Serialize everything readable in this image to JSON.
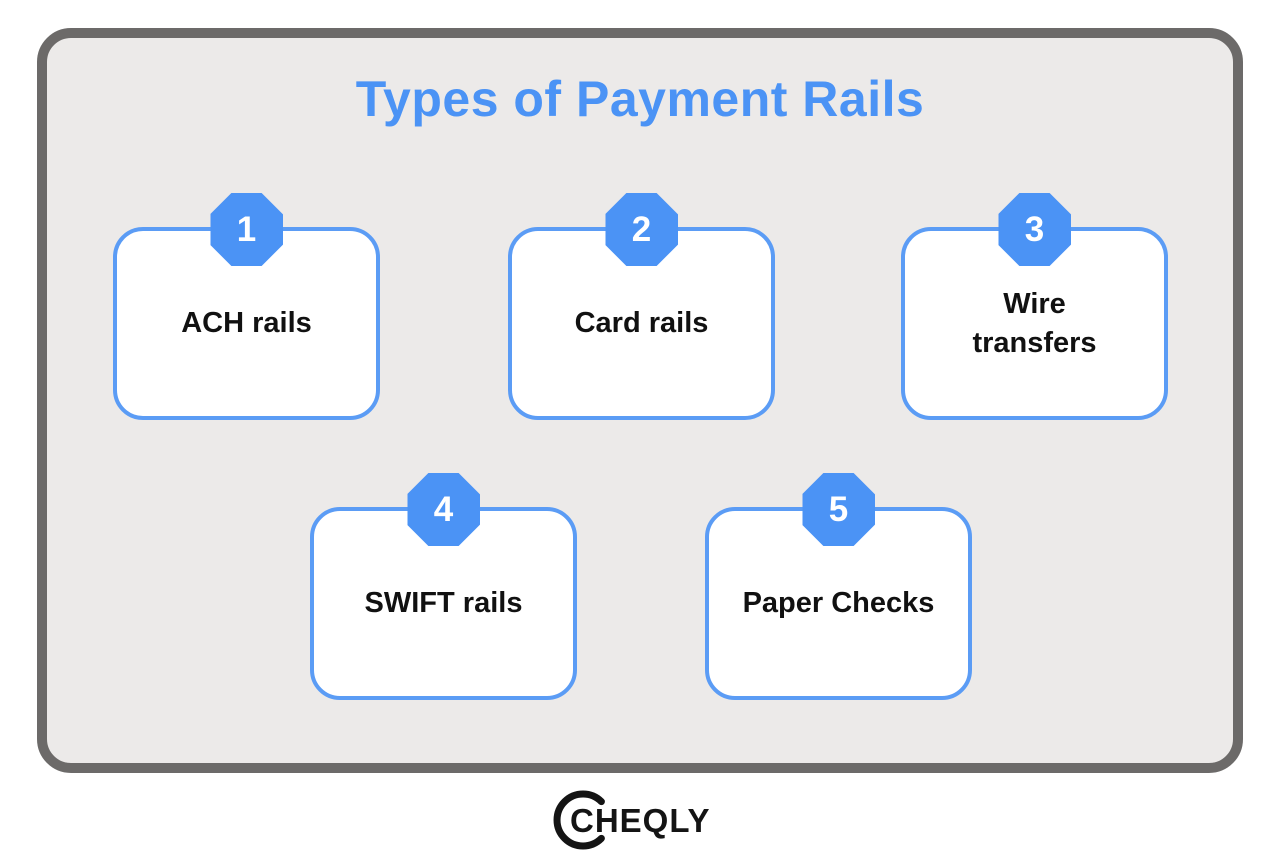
{
  "title": "Types of Payment Rails",
  "cards": [
    {
      "number": "1",
      "label": "ACH rails"
    },
    {
      "number": "2",
      "label": "Card rails"
    },
    {
      "number": "3",
      "label": "Wire\ntransfers"
    },
    {
      "number": "4",
      "label": "SWIFT rails"
    },
    {
      "number": "5",
      "label": "Paper Checks"
    }
  ],
  "logo": {
    "text": "CHEQLY"
  },
  "colors": {
    "accent_blue": "#4B93F5",
    "card_border_blue": "#5B9CF5",
    "frame_border_gray": "#6C6A69",
    "frame_background": "#ECEAE9",
    "card_background": "#FFFFFF",
    "label_text": "#111111",
    "badge_text": "#FFFFFF",
    "page_background": "#FFFFFF",
    "logo_black": "#141414"
  }
}
